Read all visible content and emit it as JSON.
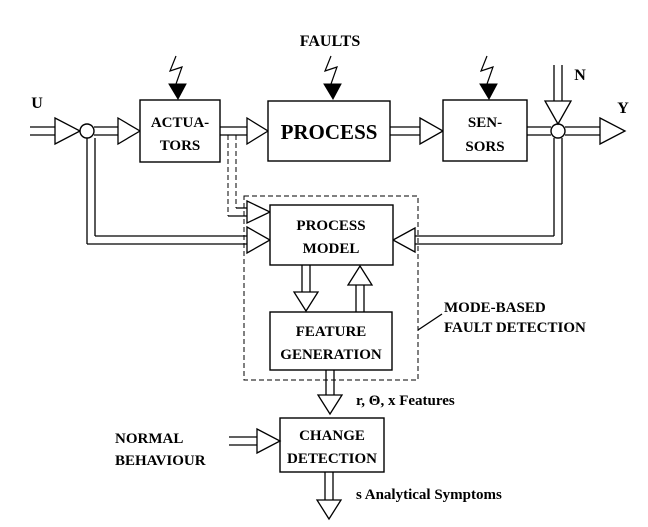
{
  "inputs": {
    "u": "U",
    "faults": "FAULTS",
    "n": "N",
    "y": "Y"
  },
  "blocks": {
    "actuators": [
      "ACTUA-",
      "TORS"
    ],
    "process": "PROCESS",
    "sensors": [
      "SEN-",
      "SORS"
    ],
    "process_model": [
      "PROCESS",
      "MODEL"
    ],
    "feature_generation": [
      "FEATURE",
      "GENERATION"
    ],
    "change_detection": [
      "CHANGE",
      "DETECTION"
    ]
  },
  "annotations": {
    "mode_based": [
      "MODE-BASED",
      "FAULT DETECTION"
    ],
    "features": "r, Θ, x Features",
    "normal_behaviour": [
      "NORMAL",
      "BEHAVIOUR"
    ],
    "symptoms": "s  Analytical Symptoms"
  }
}
